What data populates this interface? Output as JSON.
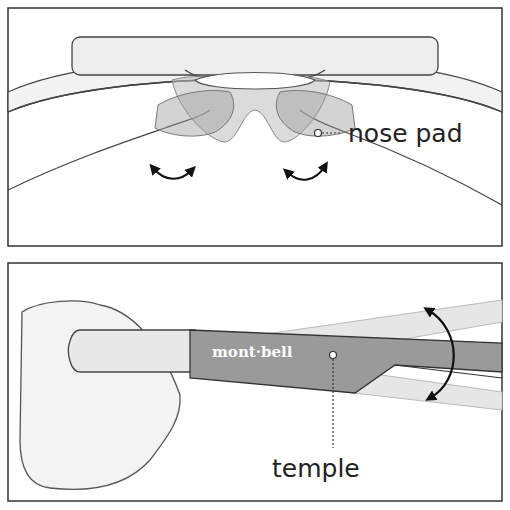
{
  "diagram": {
    "labels": [
      "nose pad",
      "mont·bell",
      "temple"
    ]
  }
}
